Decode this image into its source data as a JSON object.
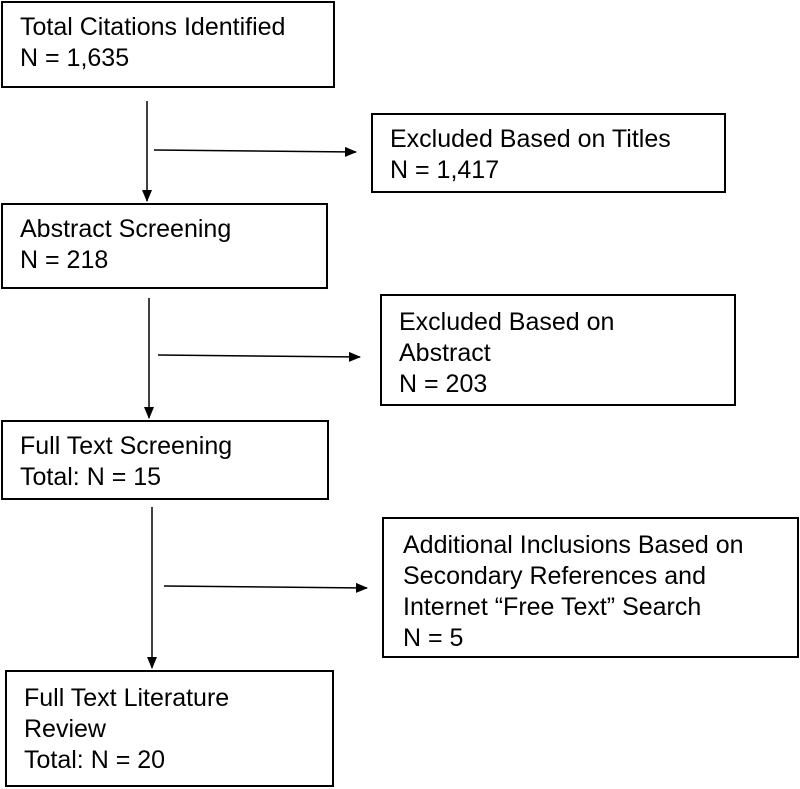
{
  "flow": {
    "total_citations": {
      "lines": [
        "Total Citations Identified",
        "N = 1,635"
      ]
    },
    "excluded_titles": {
      "lines": [
        "Excluded Based on Titles",
        "N = 1,417"
      ]
    },
    "abstract_screening": {
      "lines": [
        "Abstract Screening",
        "N = 218"
      ]
    },
    "excluded_abstract": {
      "lines": [
        "Excluded Based on",
        "Abstract",
        "N = 203"
      ]
    },
    "full_text_screening": {
      "lines": [
        "Full Text Screening",
        "Total: N = 15"
      ]
    },
    "additional_inclusions": {
      "lines": [
        "Additional Inclusions Based on",
        "Secondary References and",
        "Internet “Free Text” Search",
        "N = 5"
      ]
    },
    "full_text_review": {
      "lines": [
        "Full Text Literature",
        "Review",
        "Total: N = 20"
      ]
    }
  }
}
